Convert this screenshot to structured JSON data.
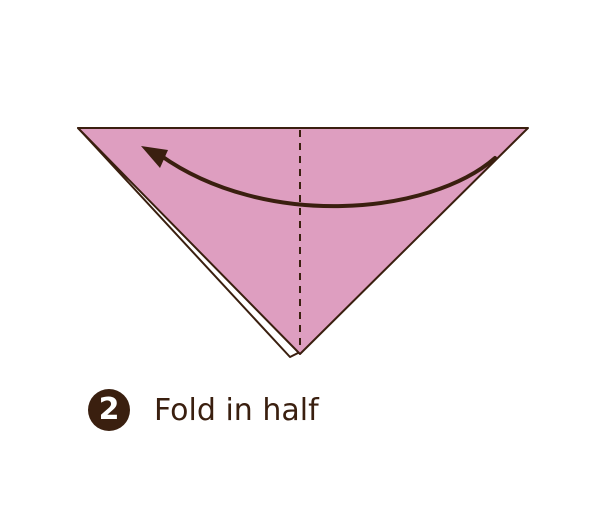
{
  "step": {
    "number": "2",
    "label": "Fold in half"
  },
  "colors": {
    "paper": "#de9ec0",
    "paper_back": "#ffffff",
    "outline": "#3a1f0f",
    "arrow": "#3a1f0f",
    "badge": "#3a1f0f"
  },
  "icons": {
    "fold_arrow": "curved-arrow-left",
    "fold_line": "dashed-valley-fold-line"
  }
}
